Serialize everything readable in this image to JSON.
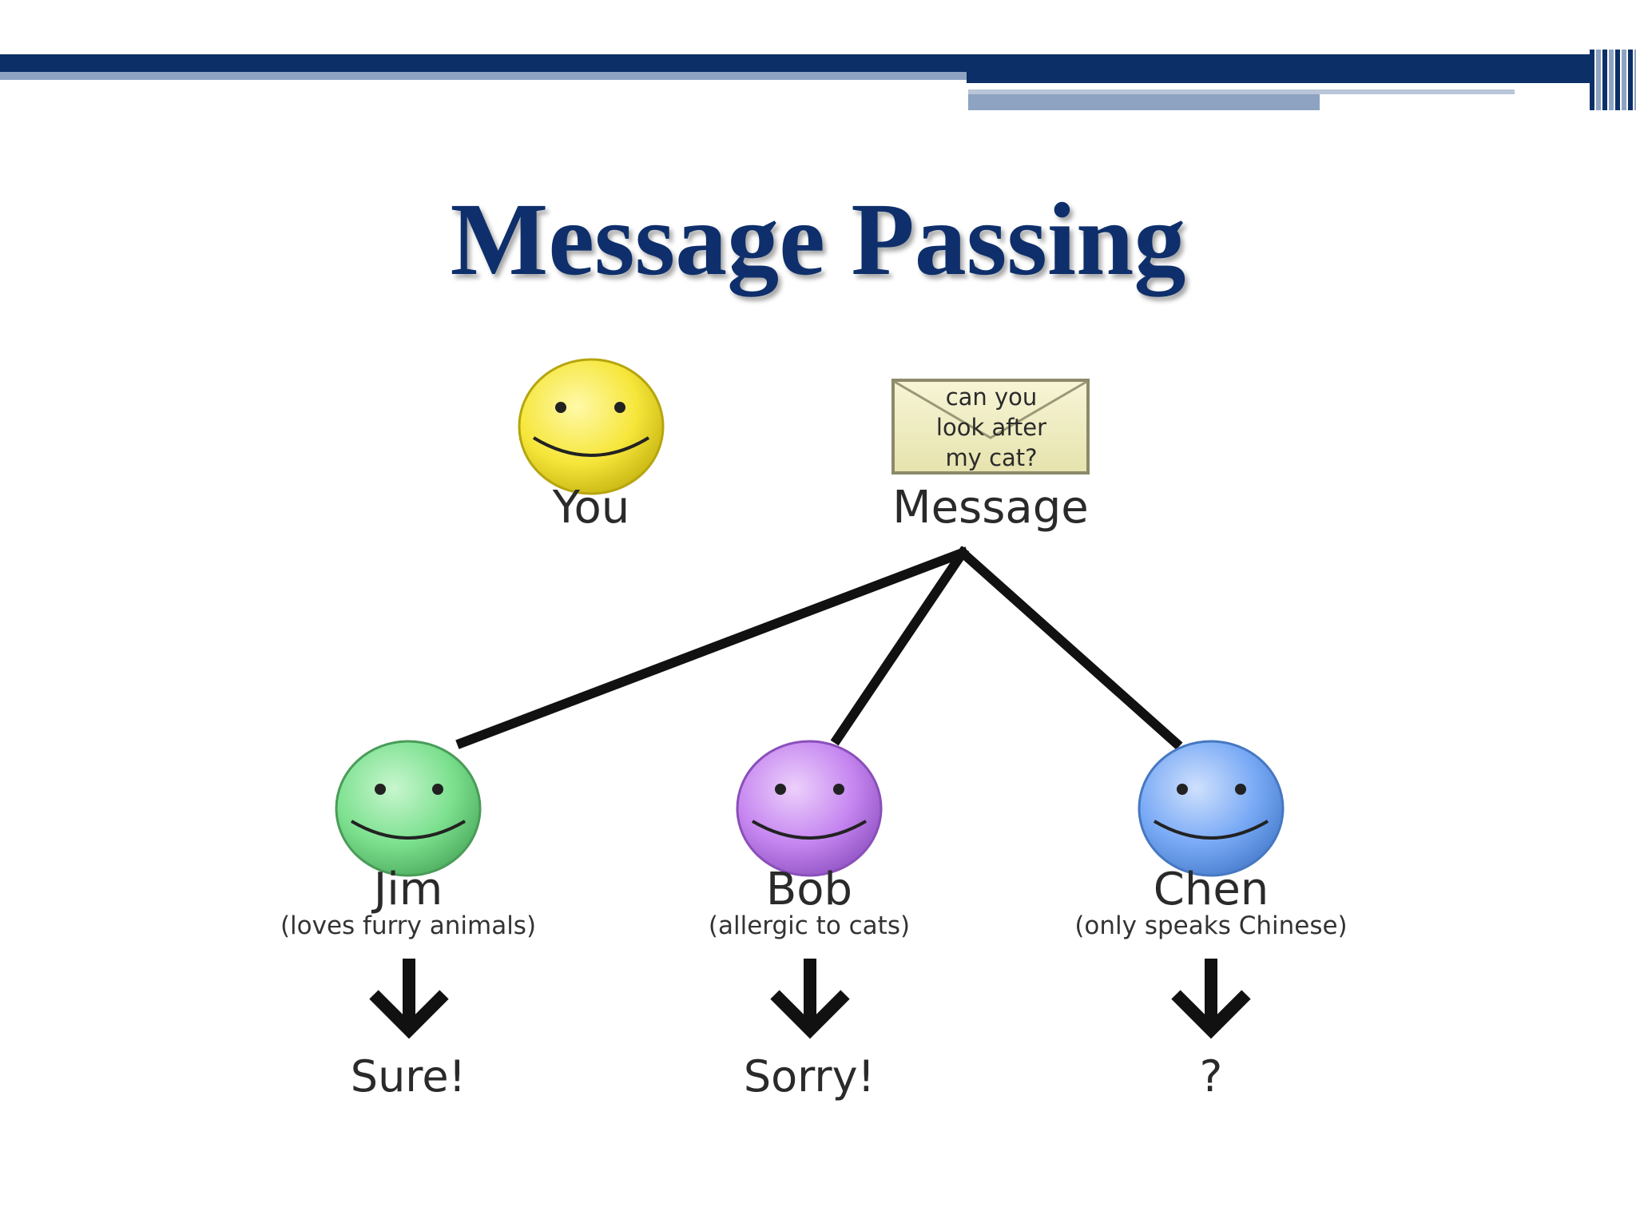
{
  "title": "Message Passing",
  "colors": {
    "banner_dark": "#0b2f66",
    "banner_light": "#8ea3c2",
    "title": "#0e2f6b",
    "you_face": "#f6e63a",
    "jim_face": "#7be08e",
    "bob_face": "#c585f0",
    "chen_face": "#78a9f5",
    "envelope": "#f3f1c4"
  },
  "sender": {
    "name": "You",
    "icon": "smiley-face-icon"
  },
  "message": {
    "label": "Message",
    "lines": [
      "can you",
      "look after",
      "my cat?"
    ],
    "icon": "envelope-icon"
  },
  "recipients": [
    {
      "name": "Jim",
      "note": "(loves furry animals)",
      "reply": "Sure!",
      "icon": "smiley-face-icon"
    },
    {
      "name": "Bob",
      "note": "(allergic to cats)",
      "reply": "Sorry!",
      "icon": "smiley-face-icon"
    },
    {
      "name": "Chen",
      "note": "(only speaks Chinese)",
      "reply": "?",
      "icon": "smiley-face-icon"
    }
  ]
}
